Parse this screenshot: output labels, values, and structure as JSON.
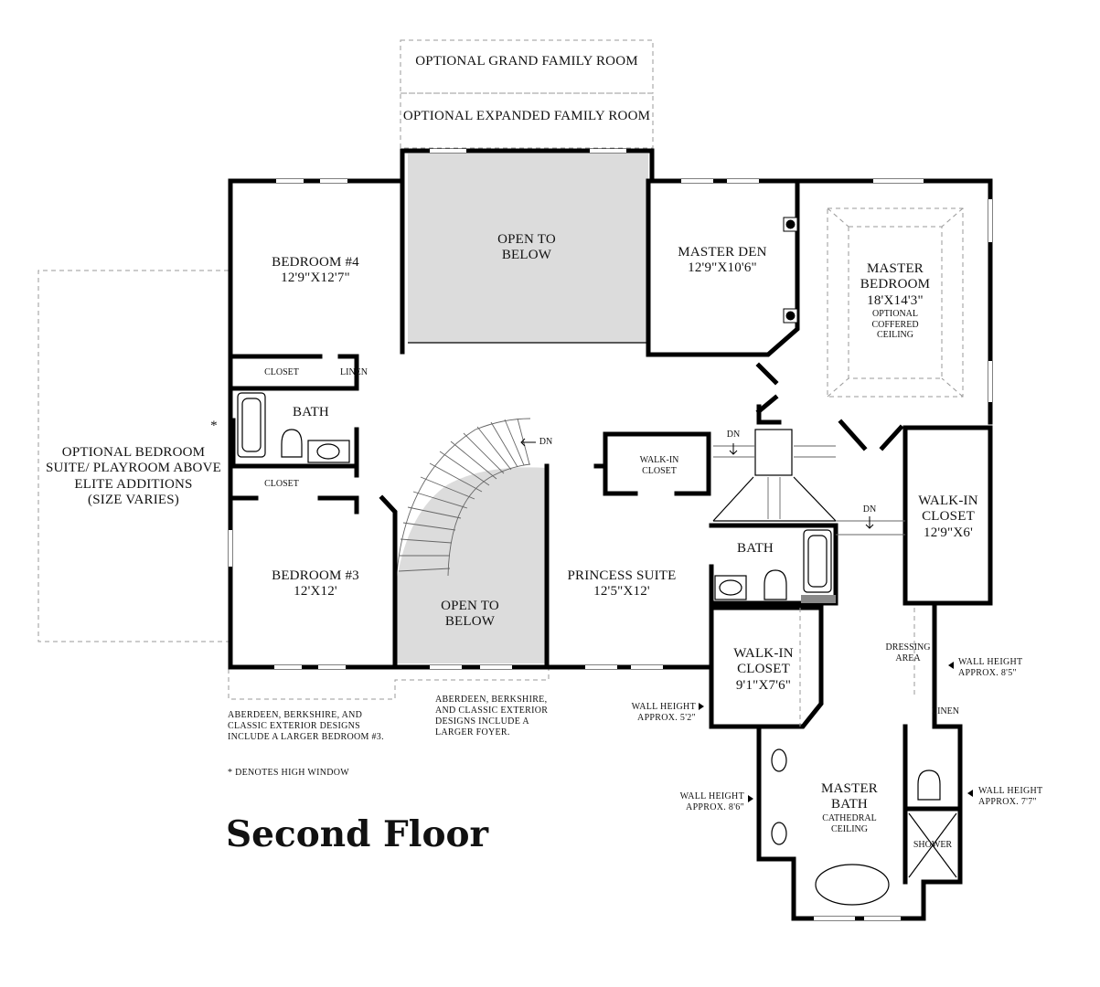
{
  "title": "Second Floor",
  "rooms": {
    "grand_family": "OPTIONAL GRAND FAMILY ROOM",
    "expanded_family": "OPTIONAL EXPANDED FAMILY ROOM",
    "open_below_top_1": "OPEN TO",
    "open_below_top_2": "BELOW",
    "open_below_foyer_1": "OPEN TO",
    "open_below_foyer_2": "BELOW",
    "bedroom4": "BEDROOM #4",
    "bedroom4_size": "12'9\"X12'7\"",
    "closet_top": "CLOSET",
    "linen_top": "LINEN",
    "bath_left": "BATH",
    "closet_left": "CLOSET",
    "bedroom3": "BEDROOM #3",
    "bedroom3_size": "12'X12'",
    "optional_suite_1": "OPTIONAL BEDROOM",
    "optional_suite_2": "SUITE/ PLAYROOM ABOVE",
    "optional_suite_3": "ELITE ADDITIONS",
    "optional_suite_4": "(SIZE VARIES)",
    "high_window_mark": "*",
    "dn_foyer": "DN",
    "walkin_princess_1": "WALK-IN",
    "walkin_princess_2": "CLOSET",
    "princess_suite": "PRINCESS SUITE",
    "princess_size": "12'5\"X12'",
    "master_den": "MASTER DEN",
    "master_den_size": "12'9\"X10'6\"",
    "master_bedroom_1": "MASTER",
    "master_bedroom_2": "BEDROOM",
    "master_bedroom_size": "18'X14'3\"",
    "coffered_1": "OPTIONAL",
    "coffered_2": "COFFERED",
    "coffered_3": "CEILING",
    "dn_stair": "DN",
    "dn_hall": "DN",
    "bath_princess": "BATH",
    "walkin_master_1": "WALK-IN",
    "walkin_master_2": "CLOSET",
    "walkin_master_size": "12'9\"X6'",
    "walkin_mid_1": "WALK-IN",
    "walkin_mid_2": "CLOSET",
    "walkin_mid_size": "9'1\"X7'6\"",
    "dressing_1": "DRESSING",
    "dressing_2": "AREA",
    "linen_master": "LINEN",
    "master_bath_1": "MASTER",
    "master_bath_2": "BATH",
    "cathedral_1": "CATHEDRAL",
    "cathedral_2": "CEILING",
    "shower": "SHOWER"
  },
  "notes": {
    "bedroom3_note": [
      "ABERDEEN, BERKSHIRE, AND",
      "CLASSIC EXTERIOR DESIGNS",
      "INCLUDE A LARGER BEDROOM #3."
    ],
    "foyer_note": [
      "ABERDEEN, BERKSHIRE,",
      "AND CLASSIC EXTERIOR",
      "DESIGNS INCLUDE A",
      "LARGER FOYER."
    ],
    "high_window": "* DENOTES HIGH WINDOW",
    "wall_height_52": [
      "WALL HEIGHT",
      "APPROX. 5'2\""
    ],
    "wall_height_85": [
      "WALL HEIGHT",
      "APPROX. 8'5\""
    ],
    "wall_height_86": [
      "WALL HEIGHT",
      "APPROX. 8'6\""
    ],
    "wall_height_77": [
      "WALL HEIGHT",
      "APPROX. 7'7\""
    ]
  }
}
